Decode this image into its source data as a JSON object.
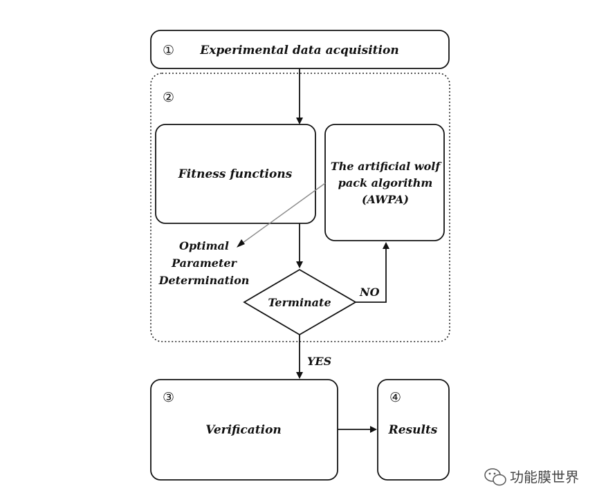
{
  "diagram": {
    "step1": {
      "number": "①",
      "label": "Experimental data acquisition"
    },
    "step2": {
      "number": "②"
    },
    "fitness": {
      "label": "Fitness functions"
    },
    "awpa": {
      "line1": "The artificial wolf",
      "line2": "pack algorithm",
      "line3": "(AWPA)"
    },
    "optimal": {
      "line1": "Optimal",
      "line2": "Parameter",
      "line3": "Determination"
    },
    "terminate": {
      "label": "Terminate"
    },
    "no_label": "NO",
    "yes_label": "YES",
    "step3": {
      "number": "③",
      "label": "Verification"
    },
    "step4": {
      "number": "④",
      "label": "Results"
    }
  },
  "watermark": {
    "icon": "wechat-icon",
    "text": "功能膜世界"
  }
}
